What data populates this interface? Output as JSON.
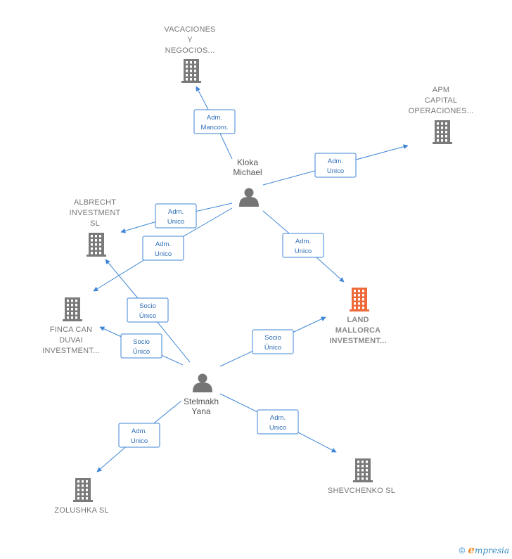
{
  "nodes": [
    {
      "id": "vacaciones",
      "kind": "company",
      "lines": [
        "VACACIONES",
        "Y",
        "NEGOCIOS..."
      ]
    },
    {
      "id": "apm",
      "kind": "company",
      "lines": [
        "APM",
        "CAPITAL",
        "OPERACIONES..."
      ]
    },
    {
      "id": "albrecht",
      "kind": "company",
      "lines": [
        "ALBRECHT",
        "INVESTMENT",
        "SL"
      ]
    },
    {
      "id": "finca",
      "kind": "company",
      "lines": [
        "FINCA CAN",
        "DUVAI",
        "INVESTMENT..."
      ]
    },
    {
      "id": "land",
      "kind": "company",
      "main": true,
      "lines": [
        "LAND",
        "MALLORCA",
        "INVESTMENT..."
      ]
    },
    {
      "id": "zolushka",
      "kind": "company",
      "lines": [
        "ZOLUSHKA SL"
      ]
    },
    {
      "id": "shevchenko",
      "kind": "company",
      "lines": [
        "SHEVCHENKO SL"
      ]
    },
    {
      "id": "kloka",
      "kind": "person",
      "lines": [
        "Kloka",
        "Michael"
      ]
    },
    {
      "id": "stelmakh",
      "kind": "person",
      "lines": [
        "Stelmakh",
        "Yana"
      ]
    }
  ],
  "edges": [
    {
      "id": "kloka-vacaciones",
      "label": [
        "Adm.",
        "Mancom."
      ]
    },
    {
      "id": "kloka-apm",
      "label": [
        "Adm.",
        "Unico"
      ]
    },
    {
      "id": "kloka-albrecht",
      "label": [
        "Adm.",
        "Unico"
      ]
    },
    {
      "id": "kloka-finca",
      "label": [
        "Adm.",
        "Unico"
      ]
    },
    {
      "id": "kloka-land",
      "label": [
        "Adm.",
        "Unico"
      ]
    },
    {
      "id": "stelmakh-albrecht",
      "label": [
        "Socio",
        "Único"
      ]
    },
    {
      "id": "stelmakh-finca",
      "label": [
        "Socio",
        "Único"
      ]
    },
    {
      "id": "stelmakh-land",
      "label": [
        "Socio",
        "Único"
      ]
    },
    {
      "id": "stelmakh-zolushka",
      "label": [
        "Adm.",
        "Unico"
      ]
    },
    {
      "id": "stelmakh-shevchenko",
      "label": [
        "Adm.",
        "Unico"
      ]
    }
  ],
  "footer": {
    "copyright": "©",
    "brand_initial": "e",
    "brand_rest": "mpresia"
  },
  "colors": {
    "edge": "#3f86d6",
    "company": "#7a7a7a",
    "main_company": "#ef6a3a",
    "person": "#757575"
  }
}
